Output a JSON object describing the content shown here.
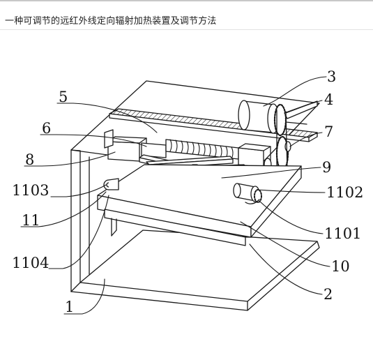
{
  "page": {
    "title": "一种可调节的远红外线定向辐射加热装置及调节方法"
  },
  "diagram": {
    "labels": [
      {
        "id": "3",
        "text": "3"
      },
      {
        "id": "4",
        "text": "4"
      },
      {
        "id": "5",
        "text": "5"
      },
      {
        "id": "6",
        "text": "6"
      },
      {
        "id": "7",
        "text": "7"
      },
      {
        "id": "8",
        "text": "8"
      },
      {
        "id": "9",
        "text": "9"
      },
      {
        "id": "1103",
        "text": "1103"
      },
      {
        "id": "1102",
        "text": "1102"
      },
      {
        "id": "11",
        "text": "11"
      },
      {
        "id": "1101",
        "text": "1101"
      },
      {
        "id": "1104",
        "text": "1104"
      },
      {
        "id": "10",
        "text": "10"
      },
      {
        "id": "2",
        "text": "2"
      },
      {
        "id": "1",
        "text": "1"
      }
    ]
  }
}
